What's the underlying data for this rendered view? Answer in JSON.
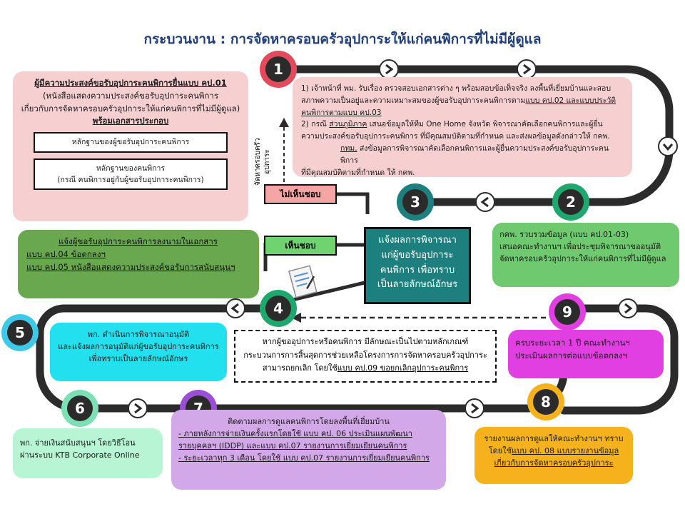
{
  "title": "กระบวนงาน : การจัดหาครอบครัวอุปการะให้แก่คนพิการที่ไม่มีผู้ดูแล",
  "colors": {
    "path": "#2b2b2b",
    "step_red": "#e34a5c",
    "step_green": "#1ea86e",
    "step_cyan": "#3ec9e8",
    "step_magenta": "#e23fe3",
    "step_purple": "#9b4fd6",
    "step_yellow": "#f5b21c",
    "step_mint": "#7de0b5",
    "step_teal": "#1e7f7f"
  },
  "steps": [
    "1",
    "2",
    "3",
    "4",
    "5",
    "6",
    "7",
    "8",
    "9"
  ],
  "applicant": {
    "heading": "ผู้มีความประสงค์ขอรับอุปการะคนพิการยื่นแบบ คป.01",
    "note_line1": "(หนังสือแสดงความประสงค์ขอรับอุปการะคนพิการ",
    "note_line2": "เกี่ยวกับการจัดหาครอบครัวอุปการะให้แก่คนพิการที่ไม่มีผู้ดูแล)",
    "docs_heading": "พร้อมเอกสารประกอบ",
    "doc1": "หลักฐานของผู้ขอรับอุปการะคนพิการ",
    "doc2_line1": "หลักฐานของคนพิการ",
    "doc2_line2": "(กรณี คนพิการอยู่กับผู้ขอรับอุปการะคนพิการ)"
  },
  "step1_box": {
    "line1": "1) เจ้าหน้าที่ พม. รับเรื่อง ตรวจสอบเอกสารต่าง ๆ พร้อมสอบข้อเท็จจริง ลงพื้นที่เยี่ยมบ้านและสอบ",
    "line2": "สภาพความเป็นอยู่และความเหมาะสมของผู้ขอรับอุปการะคนพิการตาม",
    "line2_u": "แบบ คป.02 และแบบประวัติ",
    "line3_u": "คนพิการตามแบบ คป.03",
    "line4_a": "2) กรณี ",
    "line4_u": "ส่วนภูมิภาค",
    "line4_b": " เสนอข้อมูลให้ทีม One Home จังหวัด พิจารณาคัดเลือกคนพิการและผู้ยื่น",
    "line5": "ความประสงค์ขอรับอุปการะคนพิการ ที่มีคุณสมบัติตามที่กำหนด และส่งผลข้อมูลดังกล่าวให้ กคพ.",
    "line6_u": "กทม.",
    "line6": " ส่งข้อมูลการพิจารณาคัดเลือกคนพิการและผู้ยื่นความประสงค์ขอรับอุปการะคนพิการ",
    "line7": "ที่มีคุณสมบัติตามที่กำหนด ให้ กคพ."
  },
  "vertical_label_line1": "จัดหาครอบครัว",
  "vertical_label_line2": "อุปการะ",
  "not_approved": "ไม่เห็นชอบ",
  "approved": "เห็นชอบ",
  "step2_box": {
    "line1": "กคพ. รวบรวมข้อมูล (แบบ คป.01-03)",
    "line2": "เสนอคณะทำงานฯ เพื่อประชุมพิจารณาขออนุมัติ",
    "line3": "จัดหาครอบครัวอุปการะให้แก่คนพิการที่ไม่มีผู้ดูแล"
  },
  "step3_box": {
    "line1": "แจ้งผลการพิจารณา",
    "line2": "แก่ผู้ขอรับอุปการะ",
    "line3": "คนพิการ เพื่อทราบ",
    "line4": "เป็นลายลักษณ์อักษร"
  },
  "sign_box": {
    "line1": "แจ้งผู้ขอรับอุปการะคนพิการลงนามในเอกสาร",
    "line2": "แบบ คป.04 ข้อตกลงฯ",
    "line3": "แบบ คป.05 หนังสือแสดงความประสงค์ขอรับการสนับสนุนฯ"
  },
  "step5_box": {
    "line1": "พก. ดำเนินการพิจารณาอนุมัติ",
    "line2": "และแจ้งผลการอนุมัติแก่ผู้ขอรับอุปการะคนพิการ",
    "line3": "เพื่อทราบเป็นลายลักษณ์อักษร"
  },
  "cancel_box": {
    "line1": "หากผู้ขออุปการะหรือคนพิการ มีลักษณะเป็นไปตามหลักเกณฑ์",
    "line2": "กระบวนการการสิ้นสุดการช่วยเหลือโครงการการจัดหาครอบครัวอุปการะ",
    "line3_a": "สามารถยกเลิก โดยใช้",
    "line3_u": "แบบ คป.09 ขอยกเลิกอุปการะคนพิการ"
  },
  "step9_box": {
    "line1": "ครบระยะเวลา 1 ปี คณะทำงานฯ",
    "line2": "ประเมินผลการต่อแบบข้อตกลงฯ"
  },
  "step6_box": {
    "line1": "พก. จ่ายเงินสนับสนุนฯ โดยวิธีโอน",
    "line2": "ผ่านระบบ KTB Corporate Online"
  },
  "step7_box": {
    "heading": "ติดตามผลการดูแลคนพิการโดยลงพื้นที่เยี่ยมบ้าน",
    "line1_u": "- ภายหลังการจ่ายเงินครั้งแรกโดยใช้ แบบ คป. 06 ประเมินแผนพัฒนา",
    "line2_u": "รายบุคคลฯ (IDDP) และแบบ คป.07 รายงานการเยี่ยมเยียนคนพิการ",
    "line3_u": "- ระยะเวลาทุก 3 เดือน โดยใช้ แบบ คป.07 รายงานการเยี่ยมเยียนคนพิการ"
  },
  "step8_box": {
    "line1": "รายงานผลการดูแลให้คณะทำงานฯ ทราบ",
    "line2_a": "โดยใช้",
    "line2_u": "แบบ คป. 08 แบบรายงานข้อมูล",
    "line3_u": "เกี่ยวกับการจัดหาครอบครัวอุปการะ"
  }
}
